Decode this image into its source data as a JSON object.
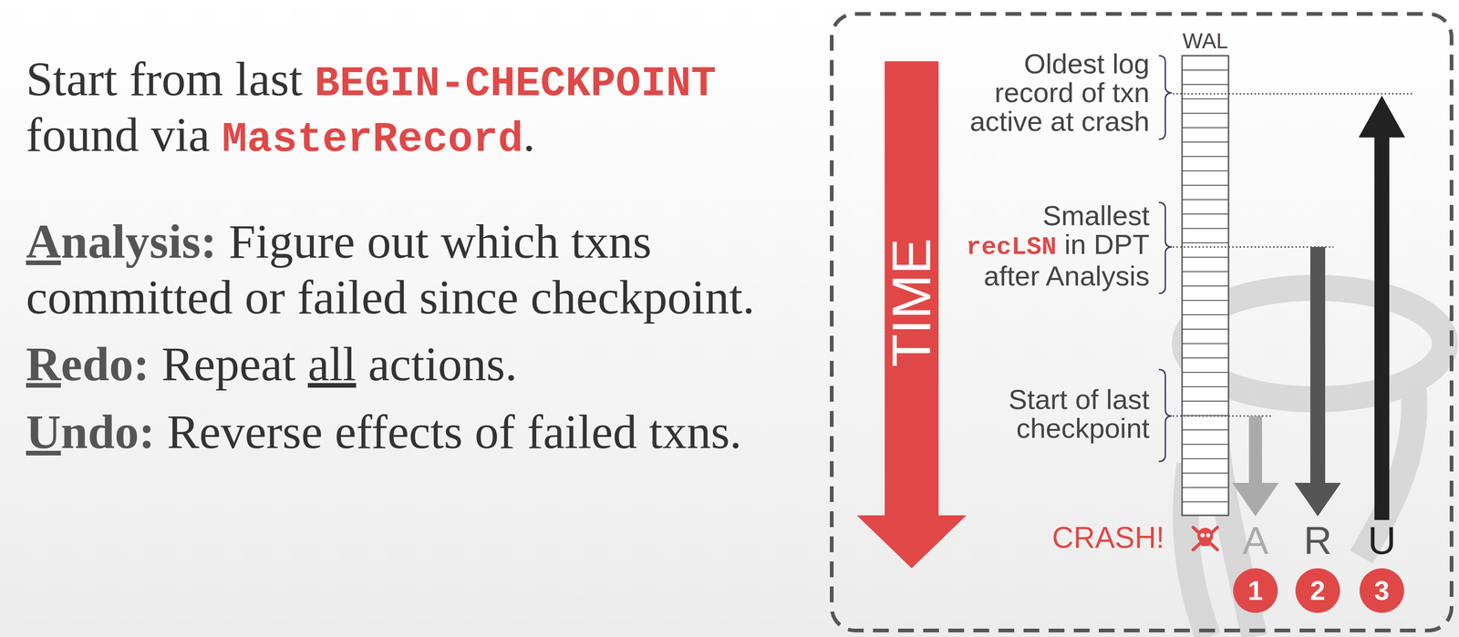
{
  "diagram": {
    "nodes": [
      {
        "text": [
          "TIME"
        ]
      },
      {
        "text": [
          "1"
        ]
      },
      {
        "text": [
          "2"
        ]
      },
      {
        "text": [
          "3"
        ]
      }
    ],
    "labels": [
      "Start from last",
      "BEGIN-CHECKPOINT",
      "found via",
      "MasterRecord",
      ".",
      "Analysis:",
      "Figure out which txns committed or failed since checkpoint.",
      "Redo:",
      "Repeat",
      "all",
      "actions.",
      "Undo:",
      "Reverse effects of failed txns.",
      "WAL",
      "Oldest log record of txn active at crash",
      "Smallest",
      "recLSN",
      "in DPT after Analysis",
      "Start of last checkpoint",
      "CRASH!",
      "A",
      "R",
      "U"
    ]
  }
}
